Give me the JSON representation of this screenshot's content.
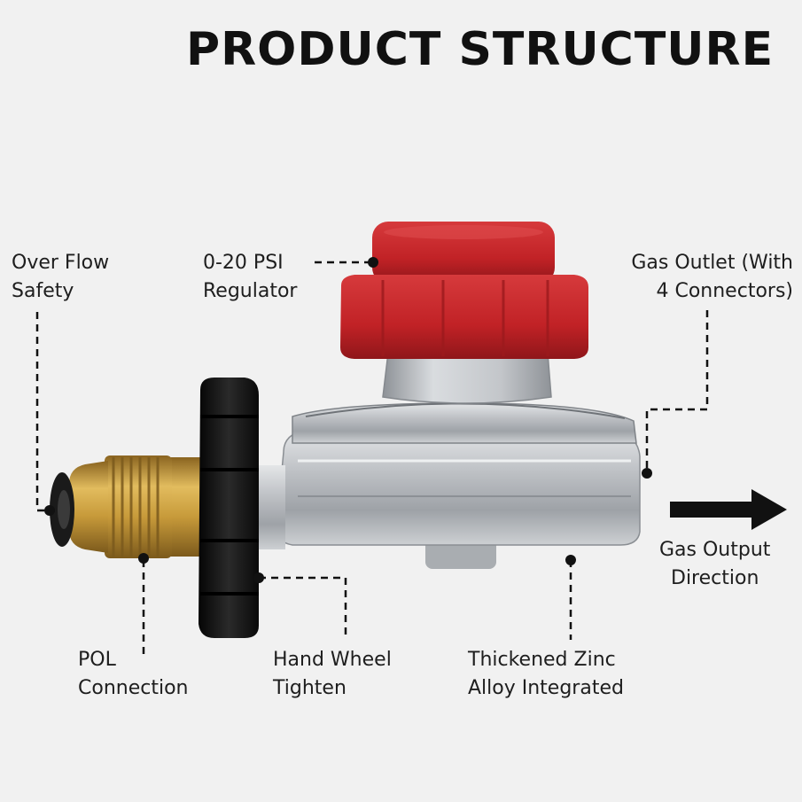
{
  "title": "PRODUCT STRUCTURE",
  "labels": {
    "over_flow": [
      "Over Flow",
      "Safety"
    ],
    "regulator": [
      "0-20 PSI",
      "Regulator"
    ],
    "gas_outlet": [
      "Gas Outlet (With",
      "4 Connectors)"
    ],
    "gas_output": [
      "Gas Output",
      "Direction"
    ],
    "pol": [
      "POL",
      "Connection"
    ],
    "hand_wheel": [
      "Hand Wheel",
      "Tighten"
    ],
    "zinc": [
      "Thickened Zinc",
      "Alloy Integrated"
    ]
  },
  "colors": {
    "knob_red": "#c8262a",
    "brass": "#c9a040",
    "handwheel": "#161616",
    "body_metal": "#b9bcc0"
  }
}
